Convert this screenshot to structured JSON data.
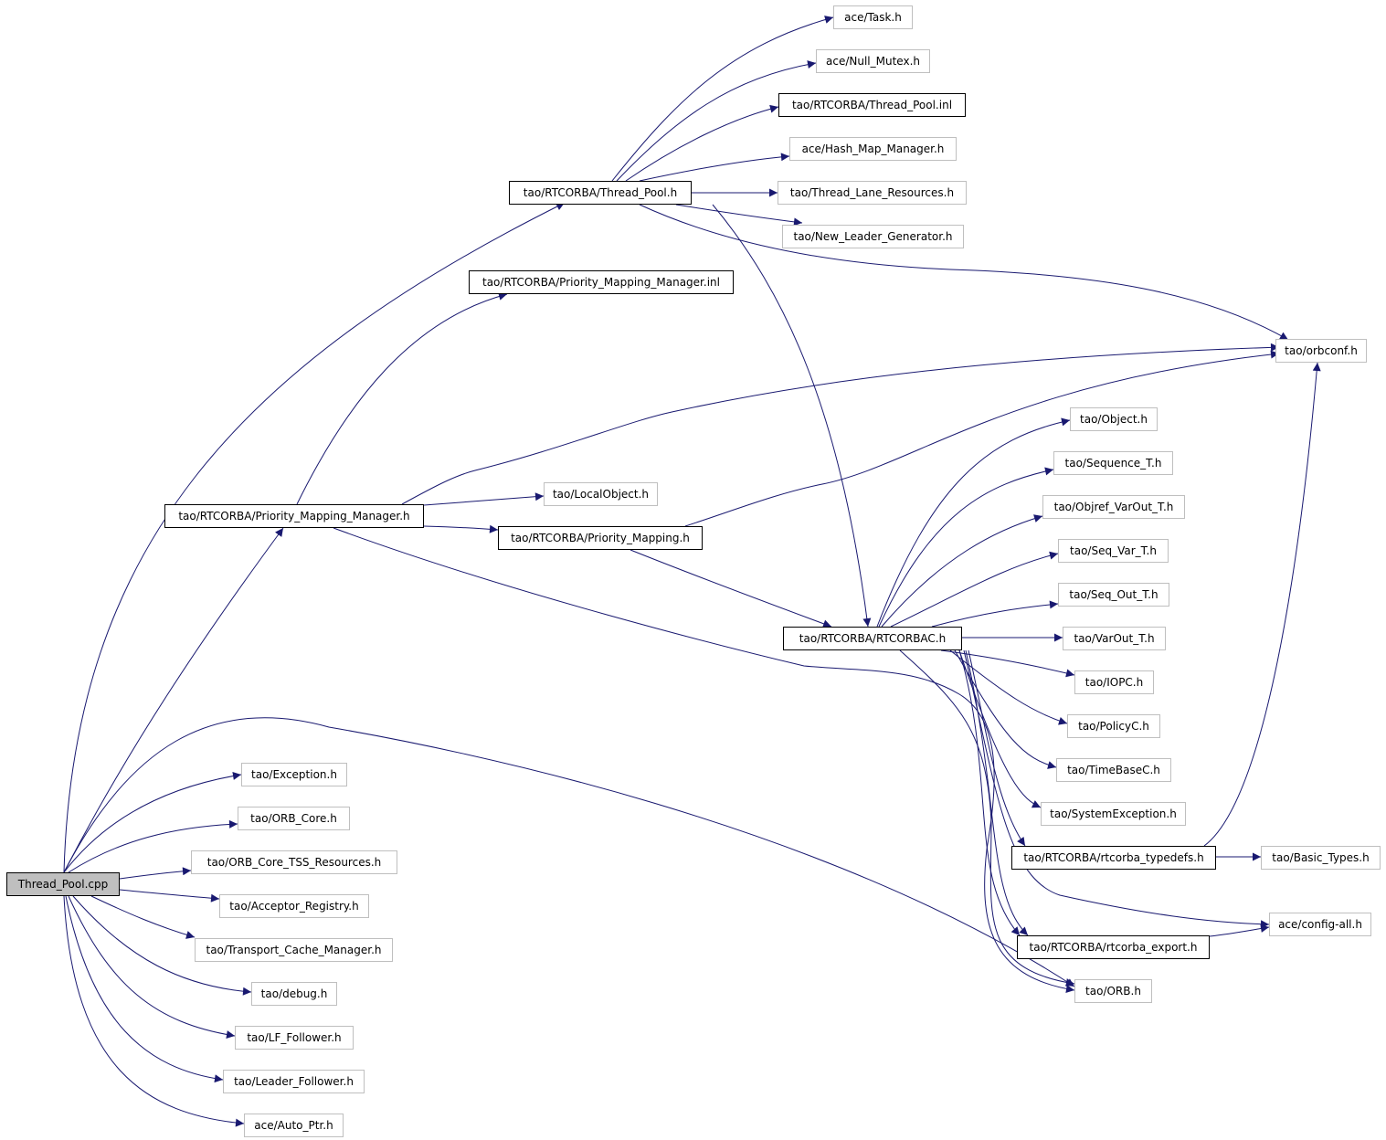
{
  "graph": {
    "root": "Thread_Pool.cpp",
    "colors": {
      "edge": "#191970",
      "root_fill": "#bfbfbf",
      "documented_border": "#000000",
      "undocumented_border": "#bfbfbf"
    },
    "nodes": {
      "thread_pool_cpp": "Thread_Pool.cpp",
      "ace_task": "ace/Task.h",
      "ace_null_mutex": "ace/Null_Mutex.h",
      "thread_pool_inl": "tao/RTCORBA/Thread_Pool.inl",
      "hash_map_manager": "ace/Hash_Map_Manager.h",
      "thread_pool_h": "tao/RTCORBA/Thread_Pool.h",
      "thread_lane_resources": "tao/Thread_Lane_Resources.h",
      "new_leader_generator": "tao/New_Leader_Generator.h",
      "pmm_inl": "tao/RTCORBA/Priority_Mapping_Manager.inl",
      "orbconf": "tao/orbconf.h",
      "object_h": "tao/Object.h",
      "sequence_t": "tao/Sequence_T.h",
      "local_object": "tao/LocalObject.h",
      "objref_varout": "tao/Objref_VarOut_T.h",
      "pmm_h": "tao/RTCORBA/Priority_Mapping_Manager.h",
      "priority_mapping": "tao/RTCORBA/Priority_Mapping.h",
      "seq_var": "tao/Seq_Var_T.h",
      "seq_out": "tao/Seq_Out_T.h",
      "rtcorbac": "tao/RTCORBA/RTCORBAC.h",
      "varout": "tao/VarOut_T.h",
      "iopc": "tao/IOPC.h",
      "policyc": "tao/PolicyC.h",
      "exception": "tao/Exception.h",
      "timebasec": "tao/TimeBaseC.h",
      "orb_core": "tao/ORB_Core.h",
      "system_exception": "tao/SystemException.h",
      "orb_core_tss": "tao/ORB_Core_TSS_Resources.h",
      "rtcorba_typedefs": "tao/RTCORBA/rtcorba_typedefs.h",
      "basic_types": "tao/Basic_Types.h",
      "acceptor_registry": "tao/Acceptor_Registry.h",
      "config_all": "ace/config-all.h",
      "transport_cache": "tao/Transport_Cache_Manager.h",
      "rtcorba_export": "tao/RTCORBA/rtcorba_export.h",
      "debug": "tao/debug.h",
      "orb_h": "tao/ORB.h",
      "lf_follower": "tao/LF_Follower.h",
      "leader_follower": "tao/Leader_Follower.h",
      "auto_ptr": "ace/Auto_Ptr.h"
    }
  }
}
